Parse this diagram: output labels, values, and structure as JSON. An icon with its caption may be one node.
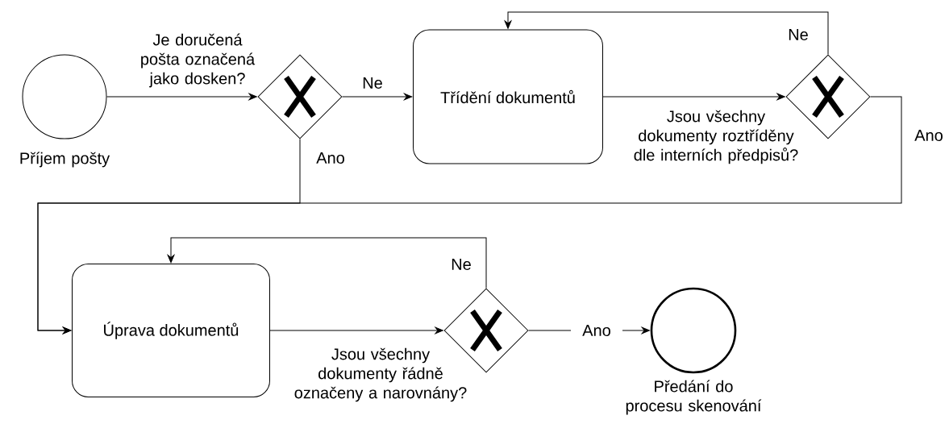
{
  "diagram": {
    "nodes": [
      {
        "text": [],
        "shape": "circle",
        "beside": [
          "Příjem pošty"
        ]
      },
      {
        "text": [],
        "shape": "diamond"
      },
      {
        "text": [
          "Třídění dokumentů"
        ]
      },
      {
        "text": [],
        "shape": "diamond"
      },
      {
        "text": [
          "Úprava dokumentů"
        ]
      },
      {
        "text": [],
        "shape": "diamond"
      },
      {
        "text": [],
        "shape": "circle",
        "beside": [
          "Předání do procesu skenování"
        ]
      }
    ],
    "edges": [
      {
        "from": 0,
        "to": 1,
        "arrow": "to",
        "label": "Je doručená pošta označená jako dosken?"
      },
      {
        "from": 1,
        "to": 2,
        "arrow": "to",
        "label": "Ne"
      },
      {
        "from": 2,
        "to": 3,
        "arrow": "to",
        "label": "Jsou všechny dokumenty roztříděny dle interních předpisů?"
      },
      {
        "from": 3,
        "to": 2,
        "arrow": "to",
        "label": "Ne"
      },
      {
        "from": 1,
        "to": 4,
        "arrow": "to",
        "label": "Ano"
      },
      {
        "from": 3,
        "to": 4,
        "arrow": "to",
        "label": "Ano"
      },
      {
        "from": 4,
        "to": 5,
        "arrow": "to",
        "label": "Jsou všechny dokumenty řádně označeny a narovnány?"
      },
      {
        "from": 5,
        "to": 4,
        "arrow": "to",
        "label": "Ne"
      },
      {
        "from": 5,
        "to": 6,
        "arrow": "to",
        "label": "Ano"
      }
    ]
  }
}
